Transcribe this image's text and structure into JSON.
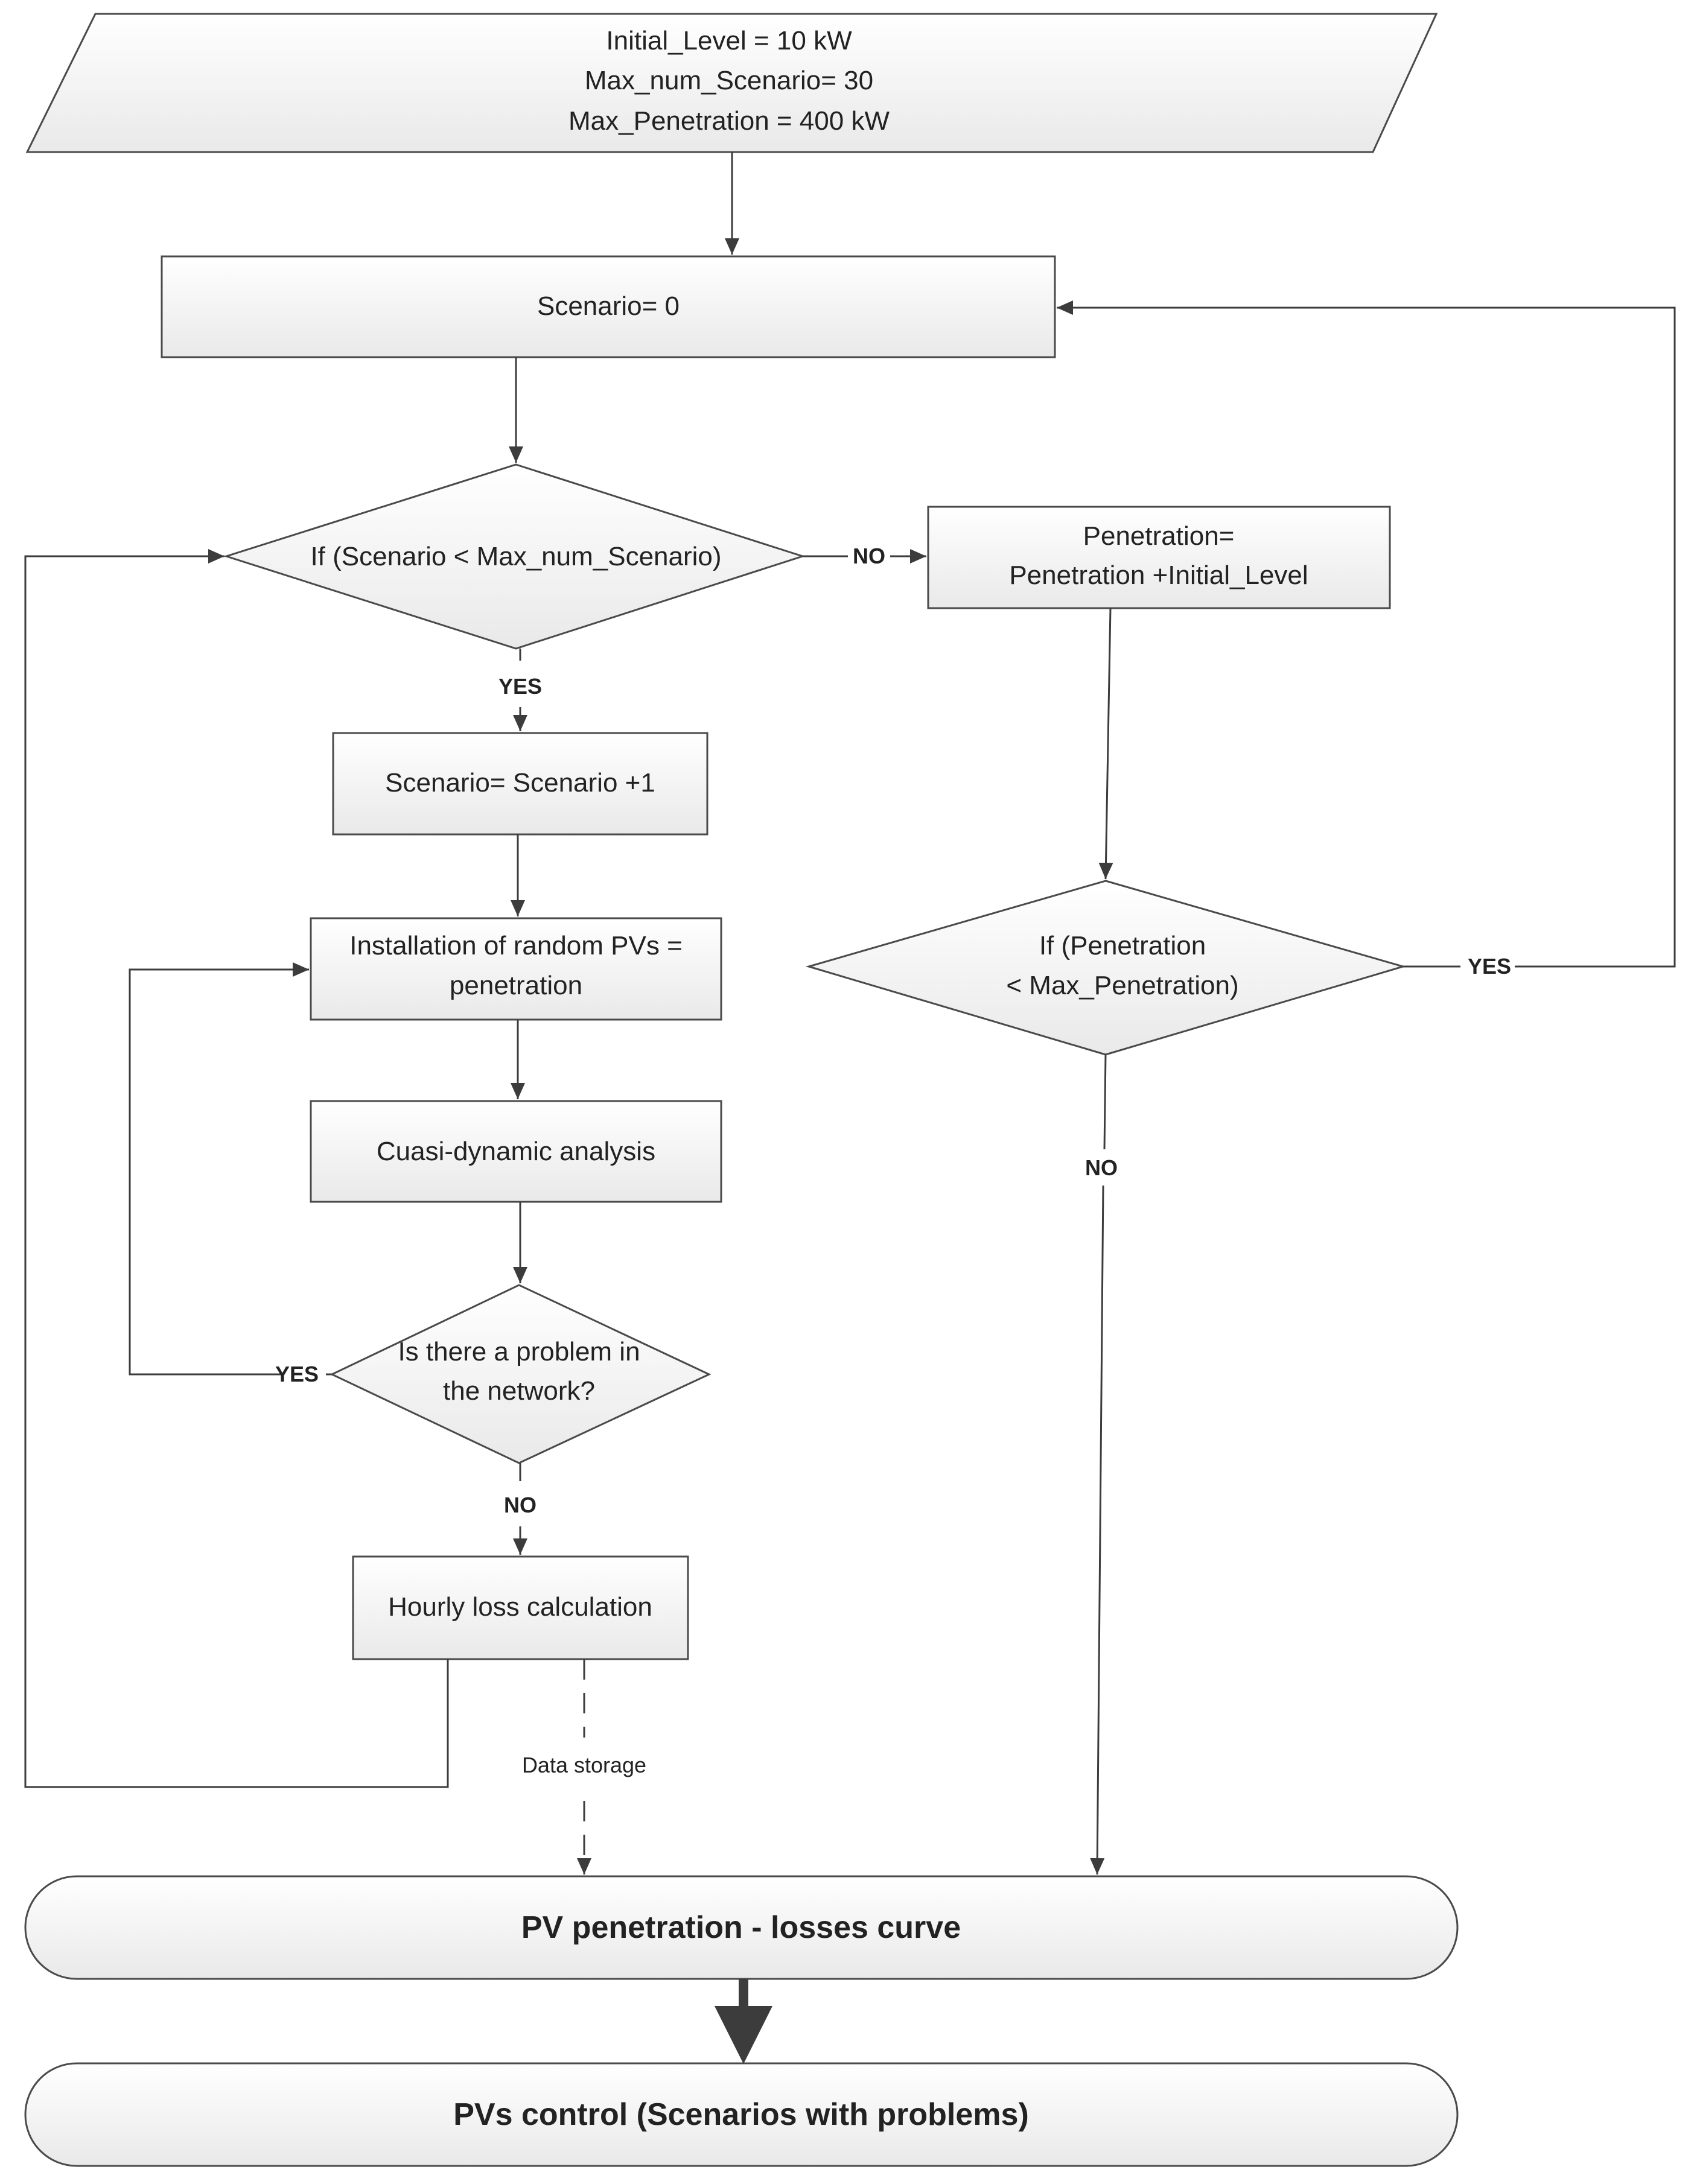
{
  "input": {
    "line1": "Initial_Level = 10 kW",
    "line2": "Max_num_Scenario= 30",
    "line3": "Max_Penetration = 400 kW"
  },
  "scenario_init": "Scenario= 0",
  "decision_scenario": "If (Scenario < Max_num_Scenario)",
  "penetration_update": {
    "line1": "Penetration=",
    "line2": "Penetration +Initial_Level"
  },
  "scenario_increment": "Scenario= Scenario +1",
  "install_pvs": {
    "line1": "Installation of random PVs =",
    "line2": "penetration"
  },
  "quasi_dynamic": "Cuasi-dynamic analysis",
  "decision_problem": {
    "line1": "Is there a problem in",
    "line2": "the network?"
  },
  "decision_penetration": {
    "line1": "If (Penetration",
    "line2": "< Max_Penetration)"
  },
  "hourly_loss": "Hourly loss calculation",
  "data_storage": "Data storage",
  "losses_curve": "PV penetration - losses curve",
  "pv_control": "PVs control (Scenarios with problems)",
  "labels": {
    "no_1": "NO",
    "yes_1": "YES",
    "yes_2": "YES",
    "no_2": "NO",
    "yes_3": "YES",
    "no_3": "NO"
  }
}
